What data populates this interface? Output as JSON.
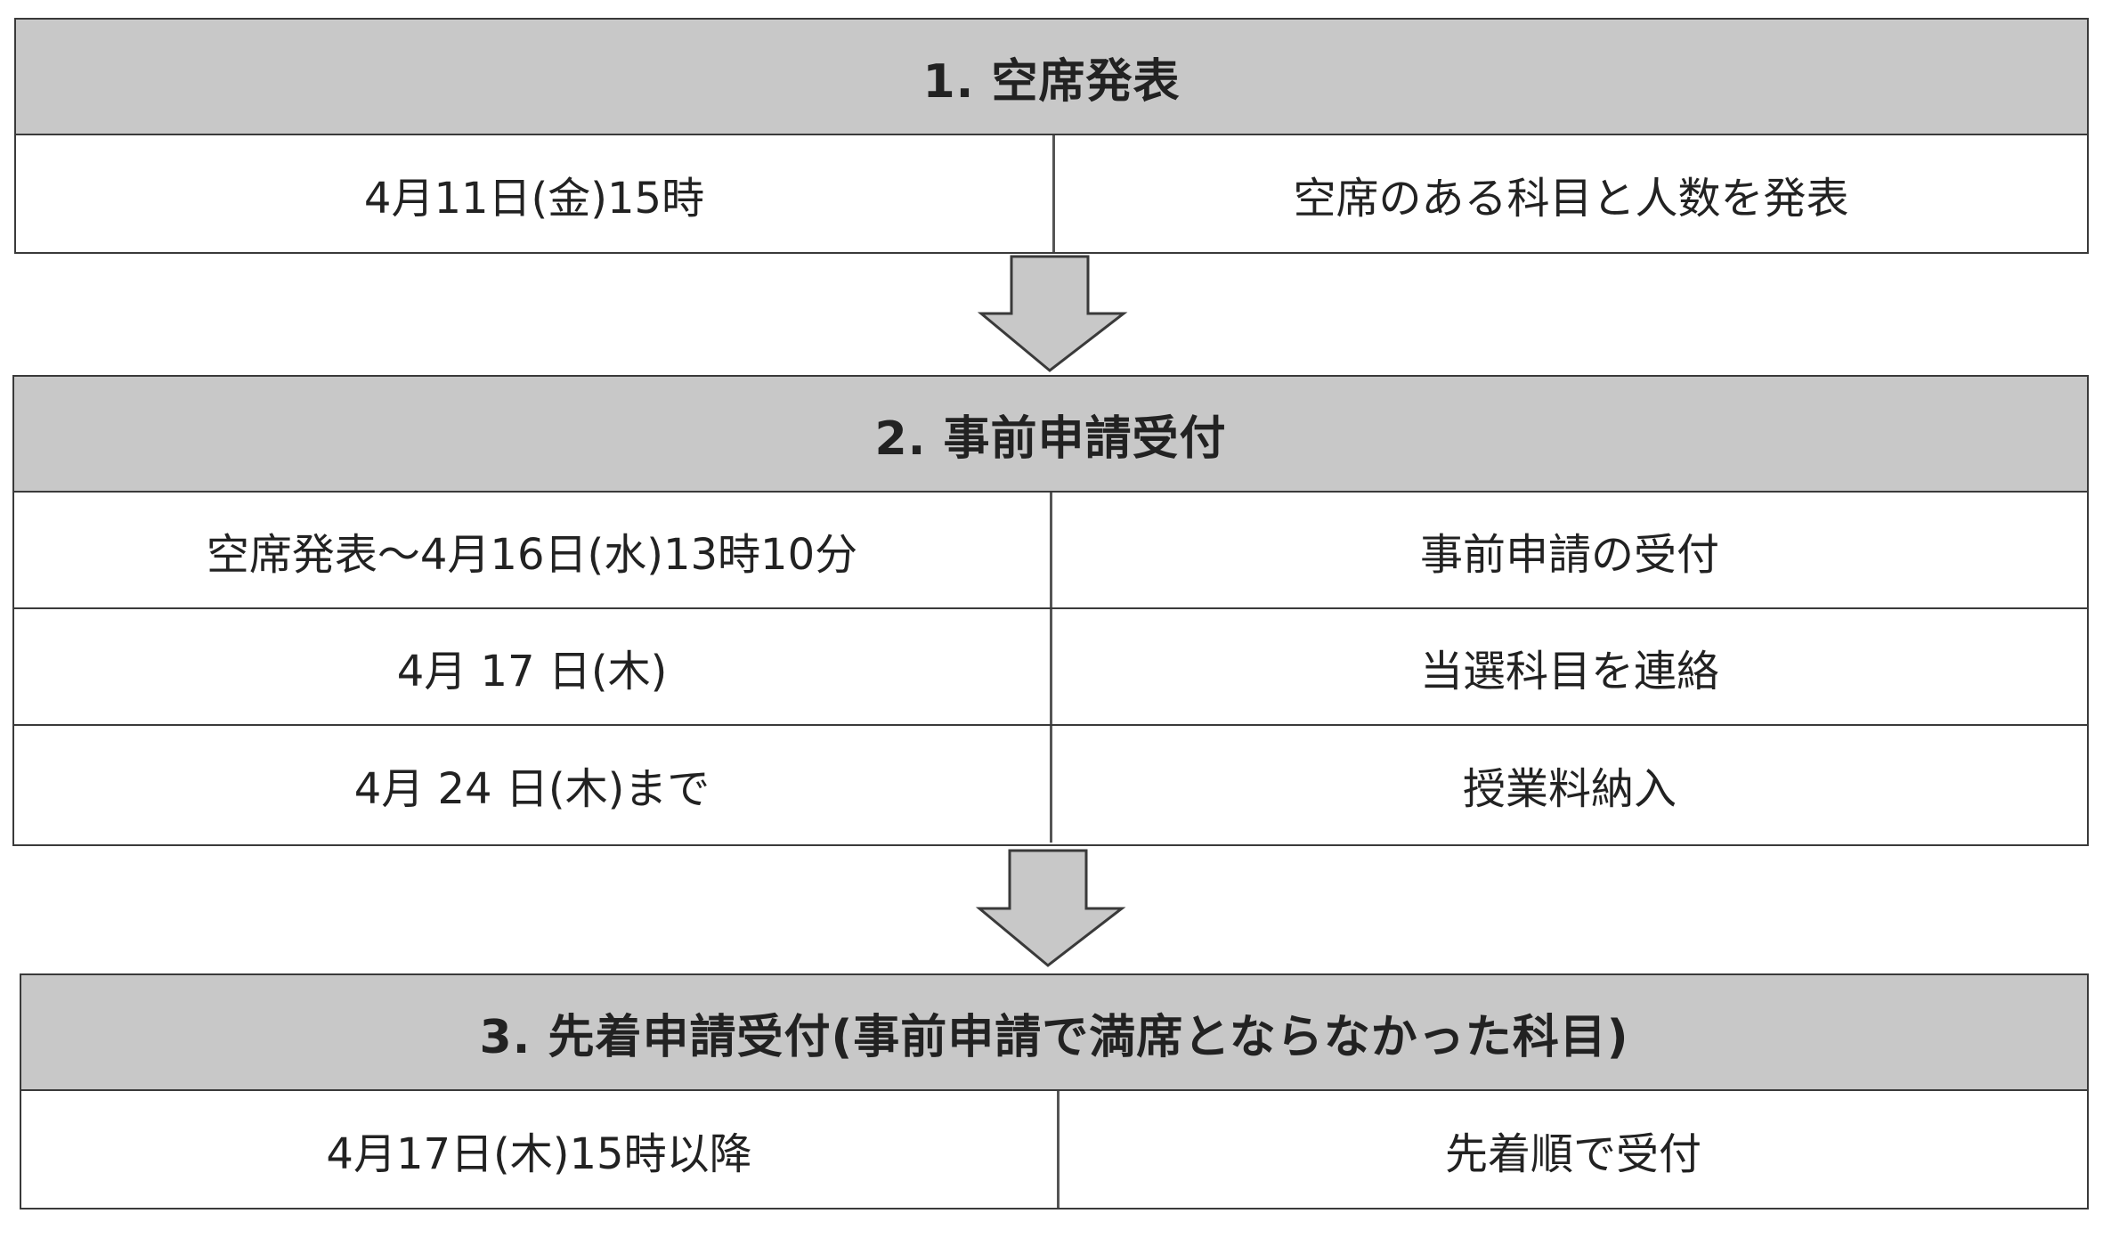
{
  "sections": [
    {
      "title": "1. 空席発表",
      "rows": [
        {
          "left": "4月11日(金)15時",
          "right": "空席のある科目と人数を発表"
        }
      ]
    },
    {
      "title": "2. 事前申請受付",
      "rows": [
        {
          "left": "空席発表～4月16日(水)13時10分",
          "right": "事前申請の受付"
        },
        {
          "left": "4月 17 日(木)",
          "right": "当選科目を連絡"
        },
        {
          "left": "4月 24 日(木)まで",
          "right": "授業料納入"
        }
      ]
    },
    {
      "title": "3. 先着申請受付(事前申請で満席とならなかった科目)",
      "rows": [
        {
          "left": "4月17日(木)15時以降",
          "right": "先着順で受付"
        }
      ]
    }
  ],
  "colors": {
    "header_fill": "#c8c8c8",
    "arrow_fill": "#c8c8c8",
    "border": "#3a3a3a"
  },
  "icons": [
    "down-arrow-icon",
    "down-arrow-icon"
  ]
}
